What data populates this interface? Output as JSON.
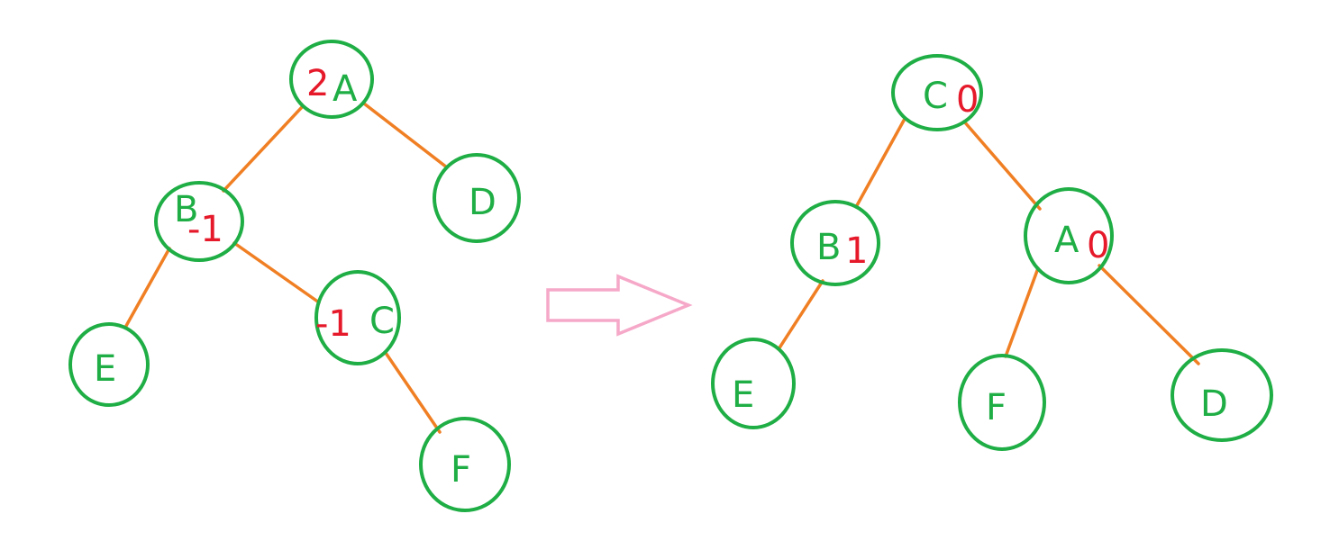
{
  "diagram": {
    "before_tree": {
      "nodes": [
        {
          "id": "A",
          "label": "A",
          "balance": "2"
        },
        {
          "id": "B",
          "label": "B",
          "balance": "-1"
        },
        {
          "id": "D",
          "label": "D",
          "balance": ""
        },
        {
          "id": "E",
          "label": "E",
          "balance": ""
        },
        {
          "id": "C",
          "label": "C",
          "balance": "-1"
        },
        {
          "id": "F",
          "label": "F",
          "balance": ""
        }
      ],
      "edges": [
        [
          "A",
          "B"
        ],
        [
          "A",
          "D"
        ],
        [
          "B",
          "E"
        ],
        [
          "B",
          "C"
        ],
        [
          "C",
          "F"
        ]
      ]
    },
    "after_tree": {
      "nodes": [
        {
          "id": "C",
          "label": "C",
          "balance": "0"
        },
        {
          "id": "B",
          "label": "B",
          "balance": "1"
        },
        {
          "id": "A",
          "label": "A",
          "balance": "0"
        },
        {
          "id": "E",
          "label": "E",
          "balance": ""
        },
        {
          "id": "F",
          "label": "F",
          "balance": ""
        },
        {
          "id": "D",
          "label": "D",
          "balance": ""
        }
      ],
      "edges": [
        [
          "C",
          "B"
        ],
        [
          "C",
          "A"
        ],
        [
          "B",
          "E"
        ],
        [
          "A",
          "F"
        ],
        [
          "A",
          "D"
        ]
      ]
    },
    "colors": {
      "node_stroke": "#1fae45",
      "node_label": "#1fae45",
      "balance_factor": "#e5192a",
      "edge": "#f07f24",
      "arrow": "#f6a8c8"
    }
  }
}
